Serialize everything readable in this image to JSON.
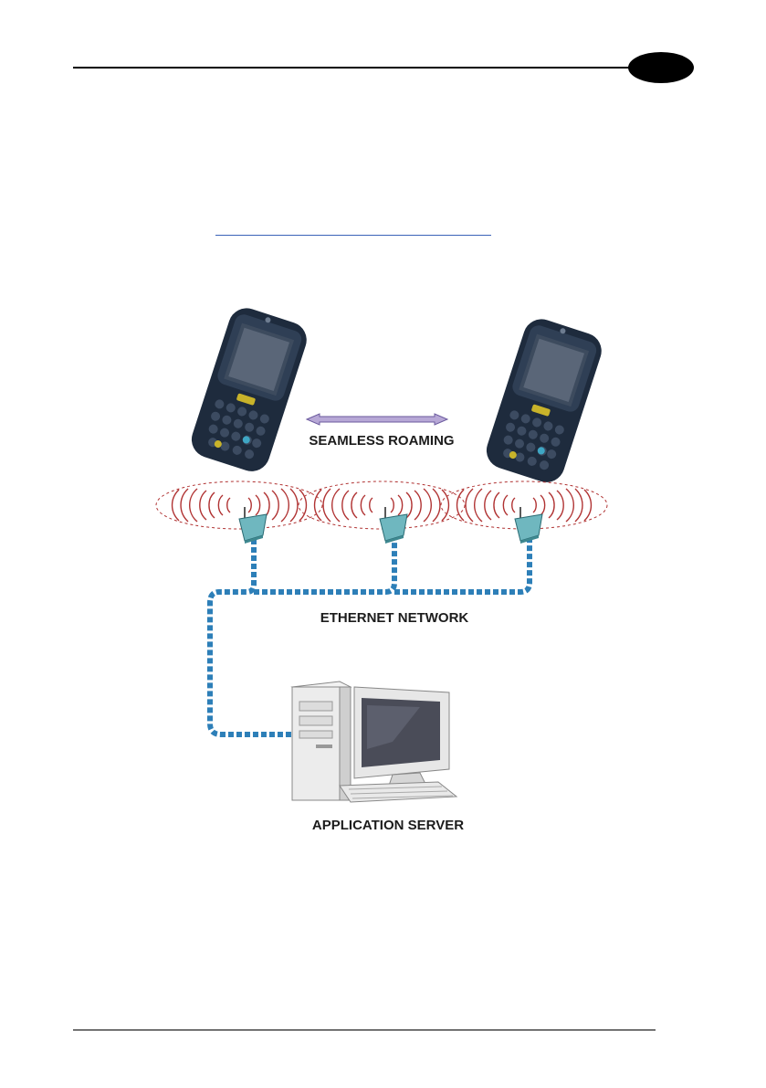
{
  "diagram": {
    "labels": {
      "roaming": "SEAMLESS ROAMING",
      "network": "ETHERNET NETWORK",
      "server": "APPLICATION SERVER"
    },
    "colors": {
      "ethernet_cable": "#2d7fb8",
      "radio_waves": "#b03232",
      "roaming_arrow": "#b7a8d6",
      "access_point": "#6fb7bf",
      "device_body": "#1e2b3d"
    }
  }
}
